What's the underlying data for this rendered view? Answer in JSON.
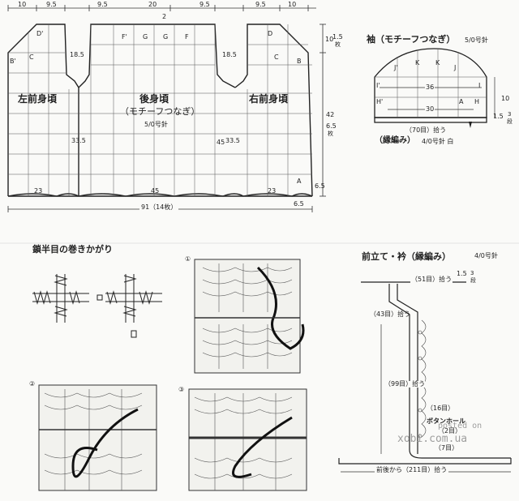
{
  "body_diagram": {
    "left_front_title": "左前身頃",
    "back_title": "後身頃",
    "back_sub": "（モチーフつなぎ）",
    "back_hook": "5/0号針",
    "right_front_title": "右前身頃",
    "top_dims": [
      "10",
      "9.5",
      "9.5",
      "20",
      "9.5",
      "9.5",
      "10"
    ],
    "top_center_note": "2",
    "armhole_dims": [
      "18.5",
      "18.5"
    ],
    "height_dims": [
      "33.5",
      "33.5",
      "45"
    ],
    "bottom_dims": [
      "23",
      "45",
      "23"
    ],
    "total_width": "91（14枚）",
    "right_dims": [
      "1.5",
      "枚",
      "10",
      "42",
      "6.5",
      "枚",
      "6.5",
      "6.5"
    ],
    "motif_letters_left": [
      "D'",
      "C",
      "B'"
    ],
    "motif_letters_back": [
      "F'",
      "G",
      "G",
      "F"
    ],
    "motif_letters_right": [
      "D",
      "C",
      "B"
    ],
    "motif_letter_bottom": "A"
  },
  "sleeve_diagram": {
    "title": "袖（モチーフつなぎ）",
    "hook": "5/0号針",
    "letters": [
      "K",
      "K",
      "J'",
      "J",
      "I'",
      "I",
      "H'",
      "A",
      "H"
    ],
    "dims": [
      "36",
      "30",
      "10",
      "1.5",
      "3",
      "段"
    ],
    "pickup": "（70目）拾う",
    "edging": "（縁編み）",
    "edging_hook": "4/0号針 白"
  },
  "join_diagram": {
    "title": "鎖半目の巻きかがり",
    "steps": [
      "①",
      "②",
      "③"
    ]
  },
  "front_band": {
    "title": "前立て・衿（縁編み）",
    "hook": "4/0号針",
    "neck_pickup": "（51目）拾う",
    "top_rows": [
      "1.5",
      "3",
      "段"
    ],
    "left_pickup": "（43目）拾う",
    "front_pickup": "（99目）拾う",
    "buttonhole_count": "（16目）",
    "buttonhole_label": "ボタンホール",
    "buttonhole_sub": "（2目）",
    "bottom_count": "（7目）",
    "bottom_pickup": "前後から（211目）拾う"
  },
  "watermark": {
    "line1": "posted on",
    "line2": "xobi.com.ua"
  }
}
